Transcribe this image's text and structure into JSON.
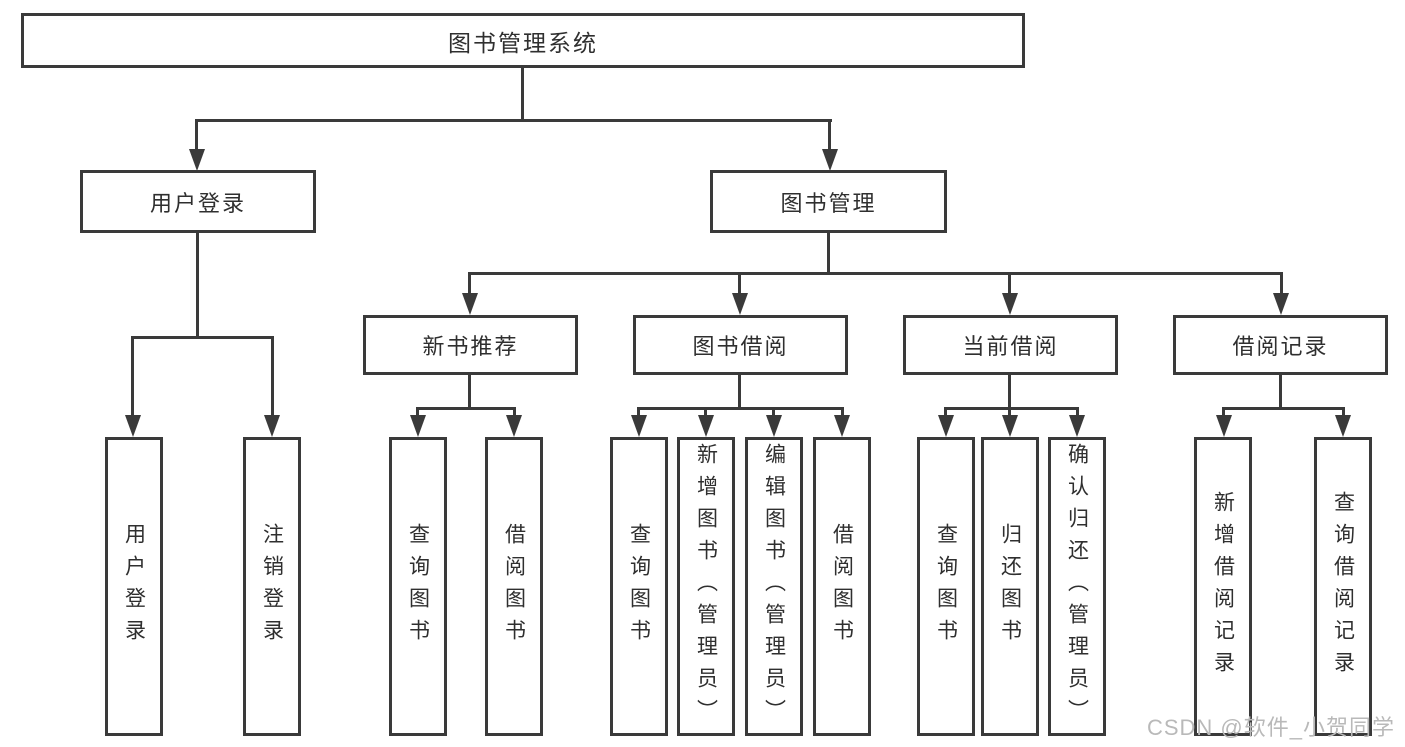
{
  "tree": {
    "label": "图书管理系统",
    "children": [
      {
        "label": "用户登录",
        "children": [
          {
            "label": "用户登录"
          },
          {
            "label": "注销登录"
          }
        ]
      },
      {
        "label": "图书管理",
        "children": [
          {
            "label": "新书推荐",
            "children": [
              {
                "label": "查询图书"
              },
              {
                "label": "借阅图书"
              }
            ]
          },
          {
            "label": "图书借阅",
            "children": [
              {
                "label": "查询图书"
              },
              {
                "label": "新增图书（管理员）"
              },
              {
                "label": "编辑图书（管理员）"
              },
              {
                "label": "借阅图书"
              }
            ]
          },
          {
            "label": "当前借阅",
            "children": [
              {
                "label": "查询图书"
              },
              {
                "label": "归还图书"
              },
              {
                "label": "确认归还（管理员）"
              }
            ]
          },
          {
            "label": "借阅记录",
            "children": [
              {
                "label": "新增借阅记录"
              },
              {
                "label": "查询借阅记录"
              }
            ]
          }
        ]
      }
    ]
  },
  "watermark": {
    "text": "CSDN @软件_小贺同学"
  },
  "colors": {
    "line": "#3a3a3a",
    "text": "#2f2f2f",
    "watermark": "#b9b9b9",
    "background": "#ffffff"
  }
}
